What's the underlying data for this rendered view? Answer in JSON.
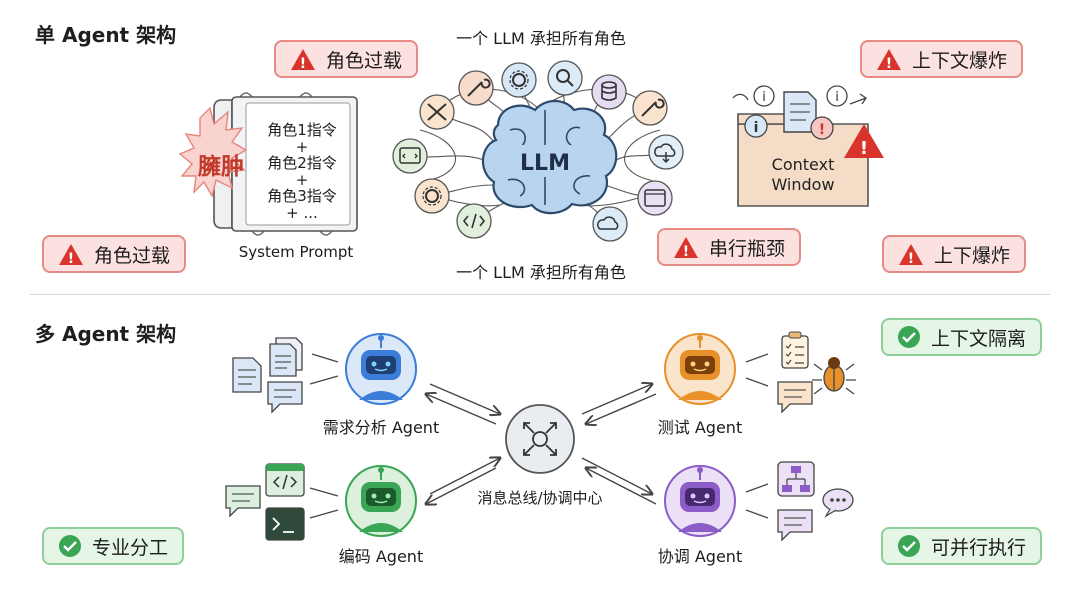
{
  "single": {
    "title": "单 Agent 架构",
    "llm_caption_top": "一个 LLM 承担所有角色",
    "llm_caption_bottom": "一个 LLM 承担所有角色",
    "llm_label": "LLM",
    "swelling_label": "臃肿",
    "prompt_lines": [
      "角色1指令",
      "+",
      "角色2指令",
      "+",
      "角色3指令",
      "+ ..."
    ],
    "system_prompt_label": "System Prompt",
    "context_window_line1": "Context",
    "context_window_line2": "Window",
    "badges": {
      "role_overload_top": "角色过载",
      "context_explosion_top": "上下文爆炸",
      "role_overload_bottom": "角色过载",
      "serial_bottleneck": "串行瓶颈",
      "up_down_explosion": "上下爆炸"
    }
  },
  "multi": {
    "title": "多 Agent 架构",
    "hub_label": "消息总线/协调中心",
    "agents": {
      "requirements": "需求分析 Agent",
      "testing": "测试 Agent",
      "coding": "编码 Agent",
      "coordination": "协调 Agent"
    },
    "badges": {
      "context_isolation": "上下文隔离",
      "specialization": "专业分工",
      "parallel": "可并行执行"
    }
  },
  "colors": {
    "warn_bg": "#fbe1df",
    "warn_border": "#e88a85",
    "warn_icon": "#d9342b",
    "ok_bg": "#e5f5e6",
    "ok_border": "#8fcf99",
    "ok_icon": "#3aa655",
    "agent_blue": "#3b7dd8",
    "agent_orange": "#e8902a",
    "agent_green": "#3aa655",
    "agent_purple": "#8c5cc9"
  }
}
